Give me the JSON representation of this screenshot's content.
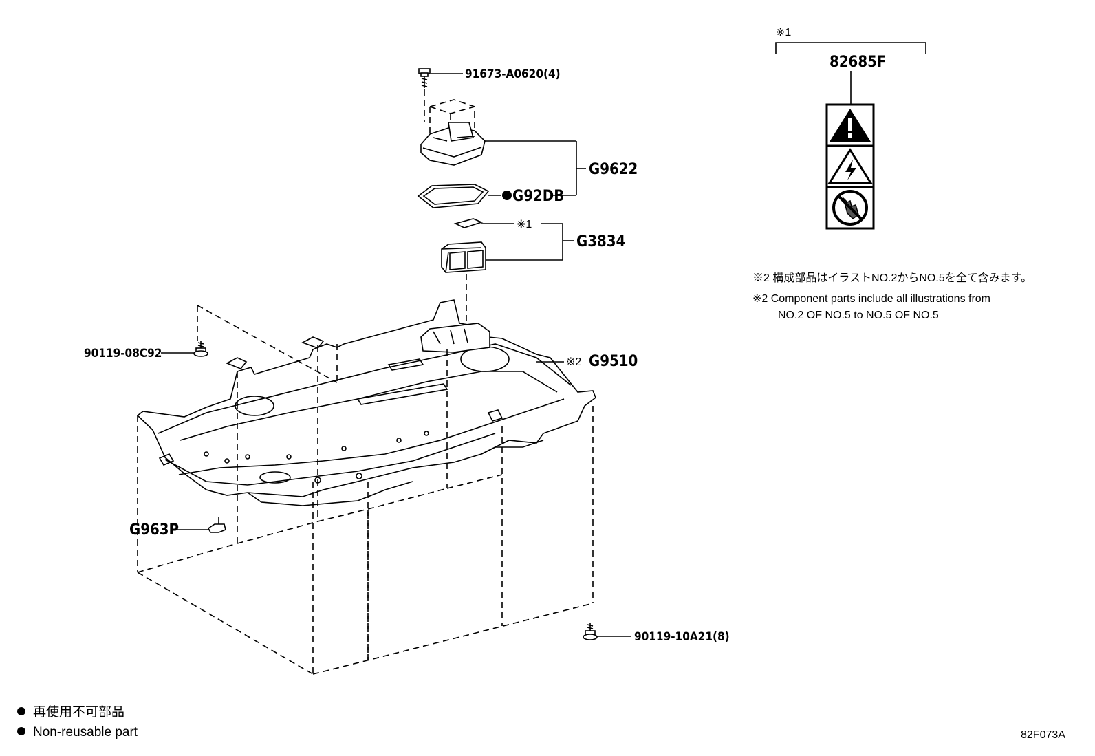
{
  "callouts": {
    "bolt_top": "91673-A0620(4)",
    "cover_assy": "G9622",
    "gasket": "G92DB",
    "label_ref": "※1",
    "connector": "G3834",
    "bolt_left": "90119-08C92",
    "battery_ref": "※2",
    "battery": "G9510",
    "bracket": "G963P",
    "bolt_bottom": "90119-10A21(8)",
    "label_set_ref": "※1",
    "label_set": "82685F"
  },
  "notes": {
    "jp": "※2 構成部品はイラストNO.2からNO.5を全て含みます。",
    "en_line1": "※2 Component parts include all illustrations from",
    "en_line2": "NO.2 OF NO.5 to NO.5 OF NO.5"
  },
  "legend": {
    "jp": "再使用不可部品",
    "en": "Non-reusable part"
  },
  "diagram_id": "82F073A",
  "warning_icons": [
    "warning-triangle-icon",
    "high-voltage-icon",
    "no-touch-icon"
  ]
}
